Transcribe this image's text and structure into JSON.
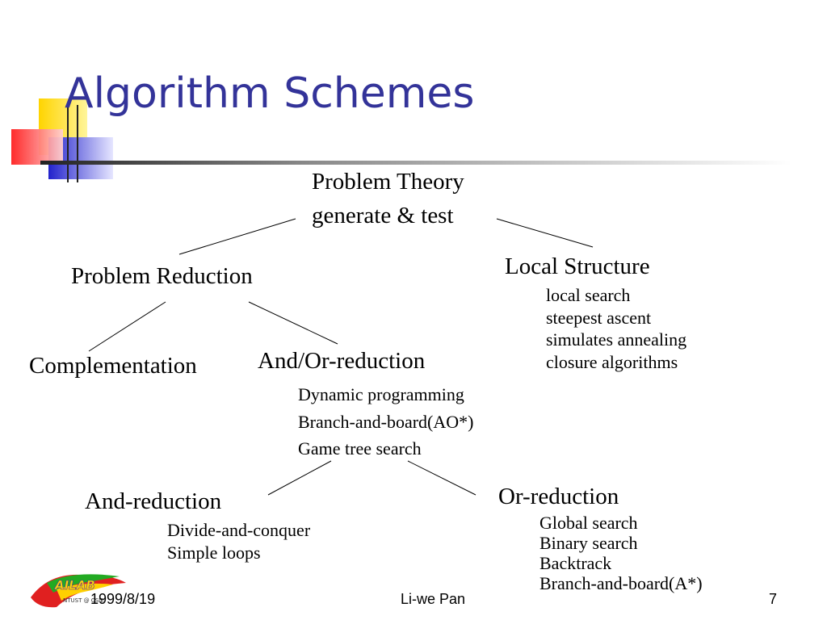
{
  "slide": {
    "title": "Algorithm Schemes",
    "root": {
      "line1": "Problem Theory",
      "line2": "generate & test"
    },
    "problem_reduction": "Problem Reduction",
    "local_structure": {
      "label": "Local Structure",
      "items": [
        "local search",
        "steepest ascent",
        "simulates annealing",
        "closure algorithms"
      ]
    },
    "complementation": "Complementation",
    "and_or_reduction": {
      "label": "And/Or-reduction",
      "items": [
        "Dynamic programming",
        "Branch-and-board(AO*)",
        "Game tree search"
      ]
    },
    "and_reduction": {
      "label": "And-reduction",
      "items": [
        "Divide-and-conquer",
        "Simple loops"
      ]
    },
    "or_reduction": {
      "label": "Or-reduction",
      "items": [
        "Global search",
        "Binary search",
        "Backtrack",
        "Branch-and-board(A*)"
      ]
    }
  },
  "footer": {
    "date": "1999/8/19",
    "author": "Li-we Pan",
    "page_number": "7"
  },
  "logo": {
    "text": "AILAB",
    "subtext": "NTUST @ CSIE"
  },
  "colors": {
    "title": "#333399",
    "deco_yellow": "#ffd700",
    "deco_red": "#ff3030",
    "deco_blue": "#3333cc"
  }
}
